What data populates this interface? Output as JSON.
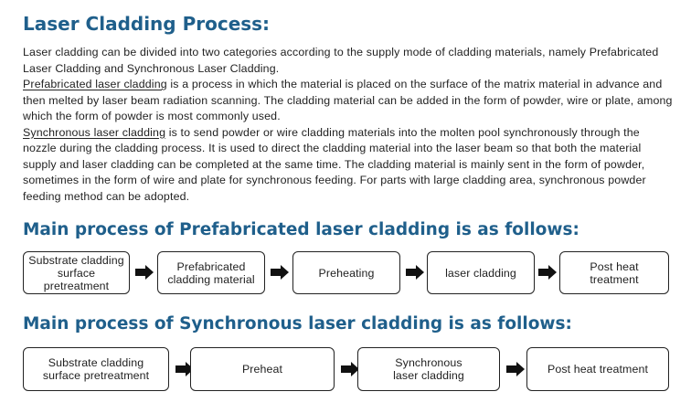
{
  "title": "Laser Cladding Process:",
  "intro": {
    "p1": "Laser cladding can be divided into two categories according to the supply mode of cladding materials, namely Prefabricated Laser Cladding and Synchronous Laser Cladding.",
    "p2_term": "Prefabricated laser cladding",
    "p2_text": " is a process in which the material is placed on the surface of the matrix material in advance and then melted by laser beam radiation scanning. The cladding material can be added in the form of powder, wire or plate, among which the form of powder is most commonly used.",
    "p3_term": "Synchronous laser cladding",
    "p3_text": " is to send powder or wire cladding materials into the molten pool synchronously through the nozzle during the cladding process. It is used to direct the cladding material into the laser beam so that both the material supply and laser cladding can be completed at the same time. The cladding material is mainly sent in the form of powder, sometimes in the form of wire and plate for synchronous feeding. For parts with large cladding area, synchronous powder feeding method can be adopted."
  },
  "prefabricated": {
    "heading": "Main process of Prefabricated laser cladding is as follows:",
    "steps": [
      "Substrate cladding surface pretreatment",
      "Prefabricated cladding material",
      "Preheating",
      "laser cladding",
      "Post heat treatment"
    ]
  },
  "synchronous": {
    "heading": "Main process of Synchronous laser cladding is as follows:",
    "steps": [
      "Substrate cladding surface pretreatment",
      "Preheat",
      "Synchronous laser cladding",
      "Post heat treatment"
    ]
  },
  "colors": {
    "heading": "#1f5f8b",
    "text": "#222222",
    "arrow": "#111111"
  }
}
